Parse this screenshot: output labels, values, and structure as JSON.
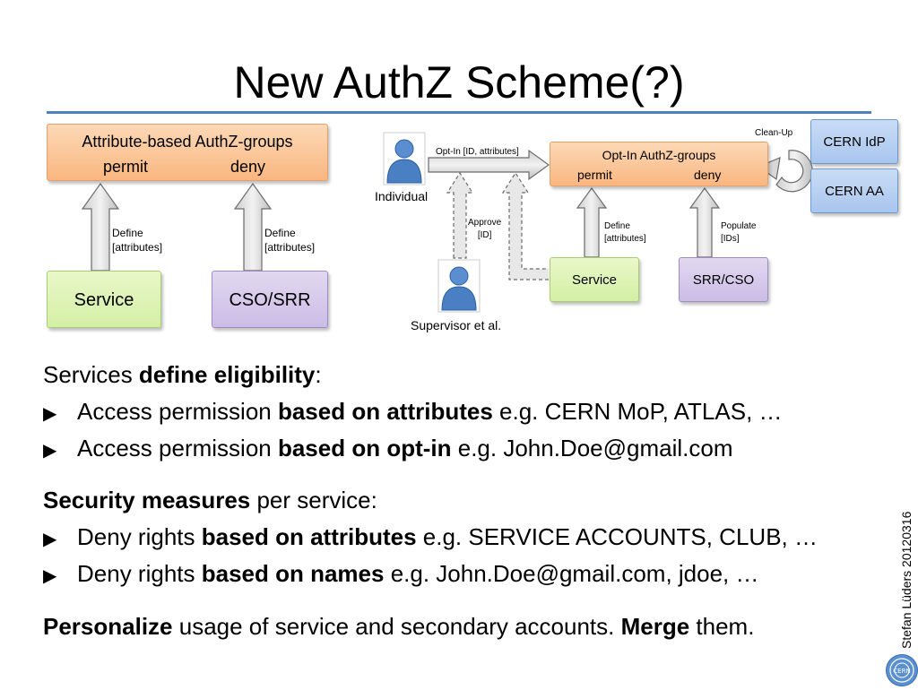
{
  "title": "New AuthZ Scheme(?)",
  "left_diagram": {
    "groups_box": {
      "title": "Attribute-based AuthZ-groups",
      "permit": "permit",
      "deny": "deny"
    },
    "service_box": "Service",
    "csosrr_box": "CSO/SRR",
    "arrow_label_1": {
      "line1": "Define",
      "line2": "[attributes]"
    },
    "arrow_label_2": {
      "line1": "Define",
      "line2": "[attributes]"
    }
  },
  "right_diagram": {
    "individual_label": "Individual",
    "optin_arrow_label": "Opt-In [ID, attributes]",
    "approve_label": {
      "line1": "Approve",
      "line2": "[ID]"
    },
    "supervisor_label": "Supervisor et al.",
    "groups_box": {
      "title": "Opt-In AuthZ-groups",
      "permit": "permit",
      "deny": "deny"
    },
    "define_label": {
      "line1": "Define",
      "line2": "[attributes]"
    },
    "populate_label": {
      "line1": "Populate",
      "line2": "[IDs]"
    },
    "service_box": "Service",
    "srrcso_box": "SRR/CSO",
    "cleanup_label": "Clean-Up",
    "idp_box": "CERN IdP",
    "aa_box": "CERN AA"
  },
  "body": {
    "p1": {
      "normal": "Services ",
      "bold": "define eligibility",
      "after": ":"
    },
    "b1": {
      "marker": "▶",
      "normal": "Access permission ",
      "bold": "based on attributes",
      "after": " e.g. CERN MoP, ATLAS, …"
    },
    "b2": {
      "marker": "▶",
      "normal": "Access permission ",
      "bold": "based on opt-in",
      "after": " e.g. John.Doe@gmail.com"
    },
    "p2": {
      "bold": "Security measures",
      "after": " per service:"
    },
    "b3": {
      "marker": "▶",
      "normal": "Deny rights ",
      "bold": "based on attributes",
      "after": " e.g. SERVICE ACCOUNTS, CLUB, …"
    },
    "b4": {
      "marker": "▶",
      "normal": "Deny rights ",
      "bold": "based on names",
      "after": " e.g. John.Doe@gmail.com, jdoe, …"
    },
    "p3": {
      "bold1": "Personalize",
      "mid": " usage of service and secondary accounts. ",
      "bold2": "Merge",
      "after": " them."
    }
  },
  "footer": {
    "author": "Stefan Lüders 20120316",
    "logo_text": "CERN"
  },
  "colors": {
    "title_rule": "#4f81bd",
    "orange": "#f9b680",
    "green": "#d3f0a5",
    "purple": "#cbbde6",
    "blue": "#a9c6ee"
  }
}
